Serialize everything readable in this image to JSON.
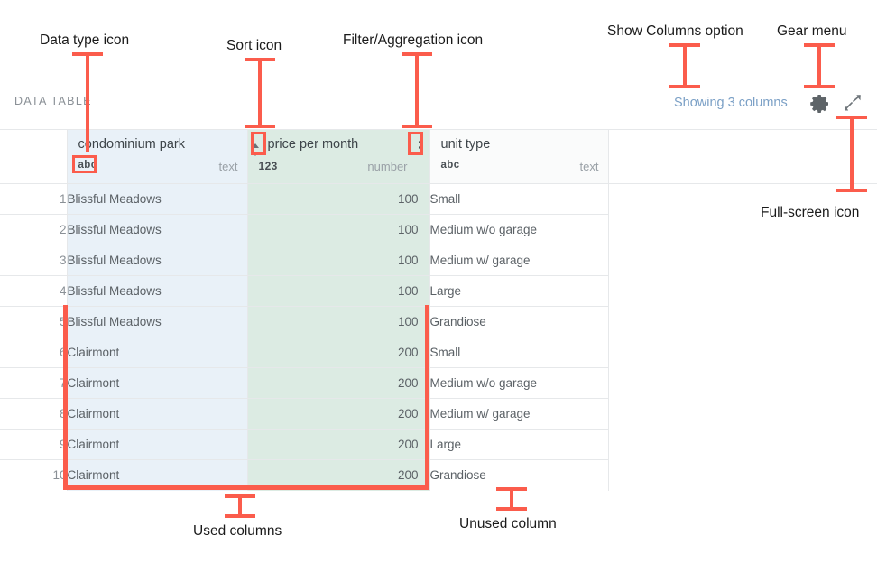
{
  "panel": {
    "section_label": "DATA TABLE",
    "showing_columns": "Showing 3 columns",
    "gear_icon": "gear-icon",
    "fullscreen_icon": "fullscreen-expand-icon"
  },
  "colors": {
    "annotation": "#fb5c4c",
    "used_column_a": "#e9f1f8",
    "used_column_b": "#dcebe3",
    "unused_column": "#ffffff",
    "link": "#7ba0c6"
  },
  "table": {
    "row_number_header": "",
    "columns": [
      {
        "name": "condominium park",
        "type_icon": "abc",
        "type_label": "text",
        "align": "left",
        "fill": "col-blue",
        "has_sort_icon": false,
        "has_filter_icon": false
      },
      {
        "name": "price per month",
        "type_icon": "123",
        "type_label": "number",
        "align": "right",
        "fill": "col-green",
        "has_sort_icon": true,
        "has_filter_icon": true
      },
      {
        "name": "unit type",
        "type_icon": "abc",
        "type_label": "text",
        "align": "left",
        "fill": "col-grey",
        "has_sort_icon": false,
        "has_filter_icon": false
      }
    ],
    "rows": [
      {
        "n": "1",
        "condominium_park": "Blissful Meadows",
        "price_per_month": "100",
        "unit_type": "Small"
      },
      {
        "n": "2",
        "condominium_park": "Blissful Meadows",
        "price_per_month": "100",
        "unit_type": "Medium w/o garage"
      },
      {
        "n": "3",
        "condominium_park": "Blissful Meadows",
        "price_per_month": "100",
        "unit_type": "Medium w/ garage"
      },
      {
        "n": "4",
        "condominium_park": "Blissful Meadows",
        "price_per_month": "100",
        "unit_type": "Large"
      },
      {
        "n": "5",
        "condominium_park": "Blissful Meadows",
        "price_per_month": "100",
        "unit_type": "Grandiose"
      },
      {
        "n": "6",
        "condominium_park": "Clairmont",
        "price_per_month": "200",
        "unit_type": "Small"
      },
      {
        "n": "7",
        "condominium_park": "Clairmont",
        "price_per_month": "200",
        "unit_type": "Medium w/o garage"
      },
      {
        "n": "8",
        "condominium_park": "Clairmont",
        "price_per_month": "200",
        "unit_type": "Medium w/ garage"
      },
      {
        "n": "9",
        "condominium_park": "Clairmont",
        "price_per_month": "200",
        "unit_type": "Large"
      },
      {
        "n": "10",
        "condominium_park": "Clairmont",
        "price_per_month": "200",
        "unit_type": "Grandiose"
      }
    ]
  },
  "annotations": [
    {
      "id": "data-type-icon",
      "label": "Data type icon"
    },
    {
      "id": "sort-icon",
      "label": "Sort icon"
    },
    {
      "id": "filter-agg-icon",
      "label": "Filter/Aggregation icon"
    },
    {
      "id": "show-columns",
      "label": "Show Columns option"
    },
    {
      "id": "gear-menu",
      "label": "Gear menu"
    },
    {
      "id": "full-screen-icon",
      "label": "Full-screen icon"
    },
    {
      "id": "used-columns",
      "label": "Used columns"
    },
    {
      "id": "unused-column",
      "label": "Unused column"
    }
  ]
}
